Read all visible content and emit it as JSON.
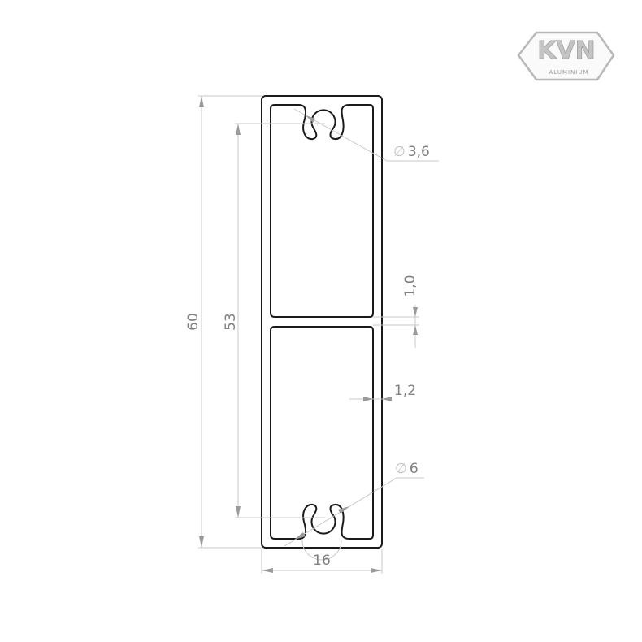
{
  "logo": {
    "brand": "KVN",
    "subtitle": "ALUMINIUM"
  },
  "dimensions": {
    "overall_height": "60",
    "slot_spacing": "53",
    "web_thickness": "1,0",
    "wall_thickness": "1,2",
    "overall_width": "16",
    "small_slot_diameter": "3,6",
    "large_slot_diameter": "6",
    "diameter_symbol": "∅"
  }
}
